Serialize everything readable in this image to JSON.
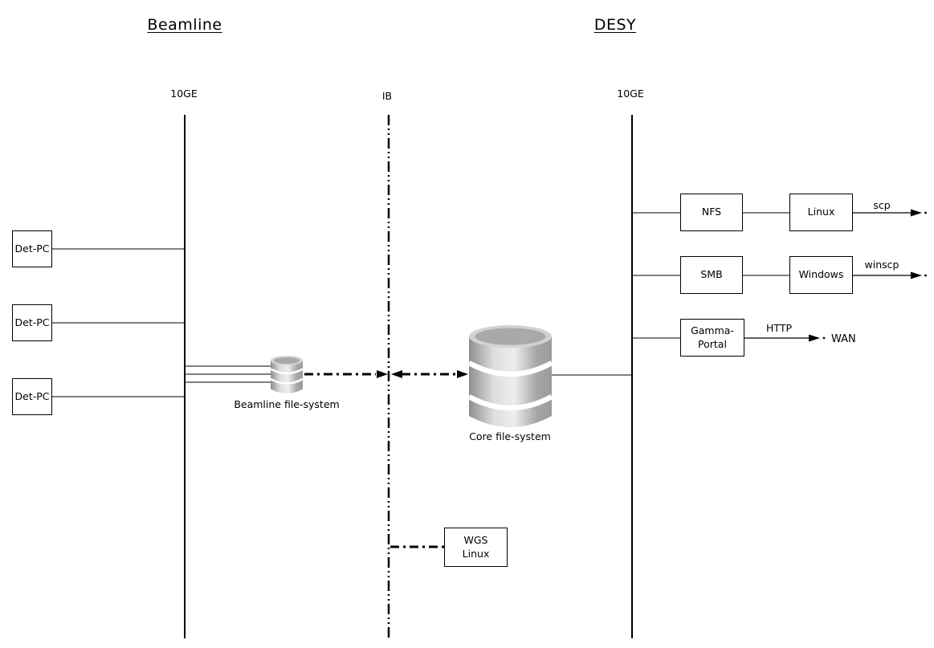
{
  "titles": {
    "beamline": "Beamline",
    "desy": "DESY"
  },
  "buses": {
    "beamline_network_label": "10GE",
    "infiniband_label": "IB",
    "desy_network_label": "10GE"
  },
  "det_pcs": {
    "pc1": "Det-PC",
    "pc2": "Det-PC",
    "pc3": "Det-PC"
  },
  "storage": {
    "beamline_fs_label": "Beamline file-system",
    "core_fs_label": "Core file-system"
  },
  "wgs_box": {
    "line1": "WGS",
    "line2": "Linux"
  },
  "nfs_branch": {
    "protocol": "NFS",
    "host": "Linux",
    "transfer_label": "scp"
  },
  "smb_branch": {
    "protocol": "SMB",
    "host": "Windows",
    "transfer_label": "winscp"
  },
  "portal_branch": {
    "box_line1": "Gamma-",
    "box_line2": "Portal",
    "protocol_label": "HTTP",
    "target": "WAN"
  },
  "colors": {
    "background": "#ffffff",
    "line": "#000000",
    "cylinder_dark": "#8e8e8e",
    "cylinder_light": "#ececec",
    "cylinder_mid": "#a8a8a8",
    "cylinder_top_rim": "#d2d2d2",
    "cylinder_top_inner": "#a9a9a9"
  }
}
